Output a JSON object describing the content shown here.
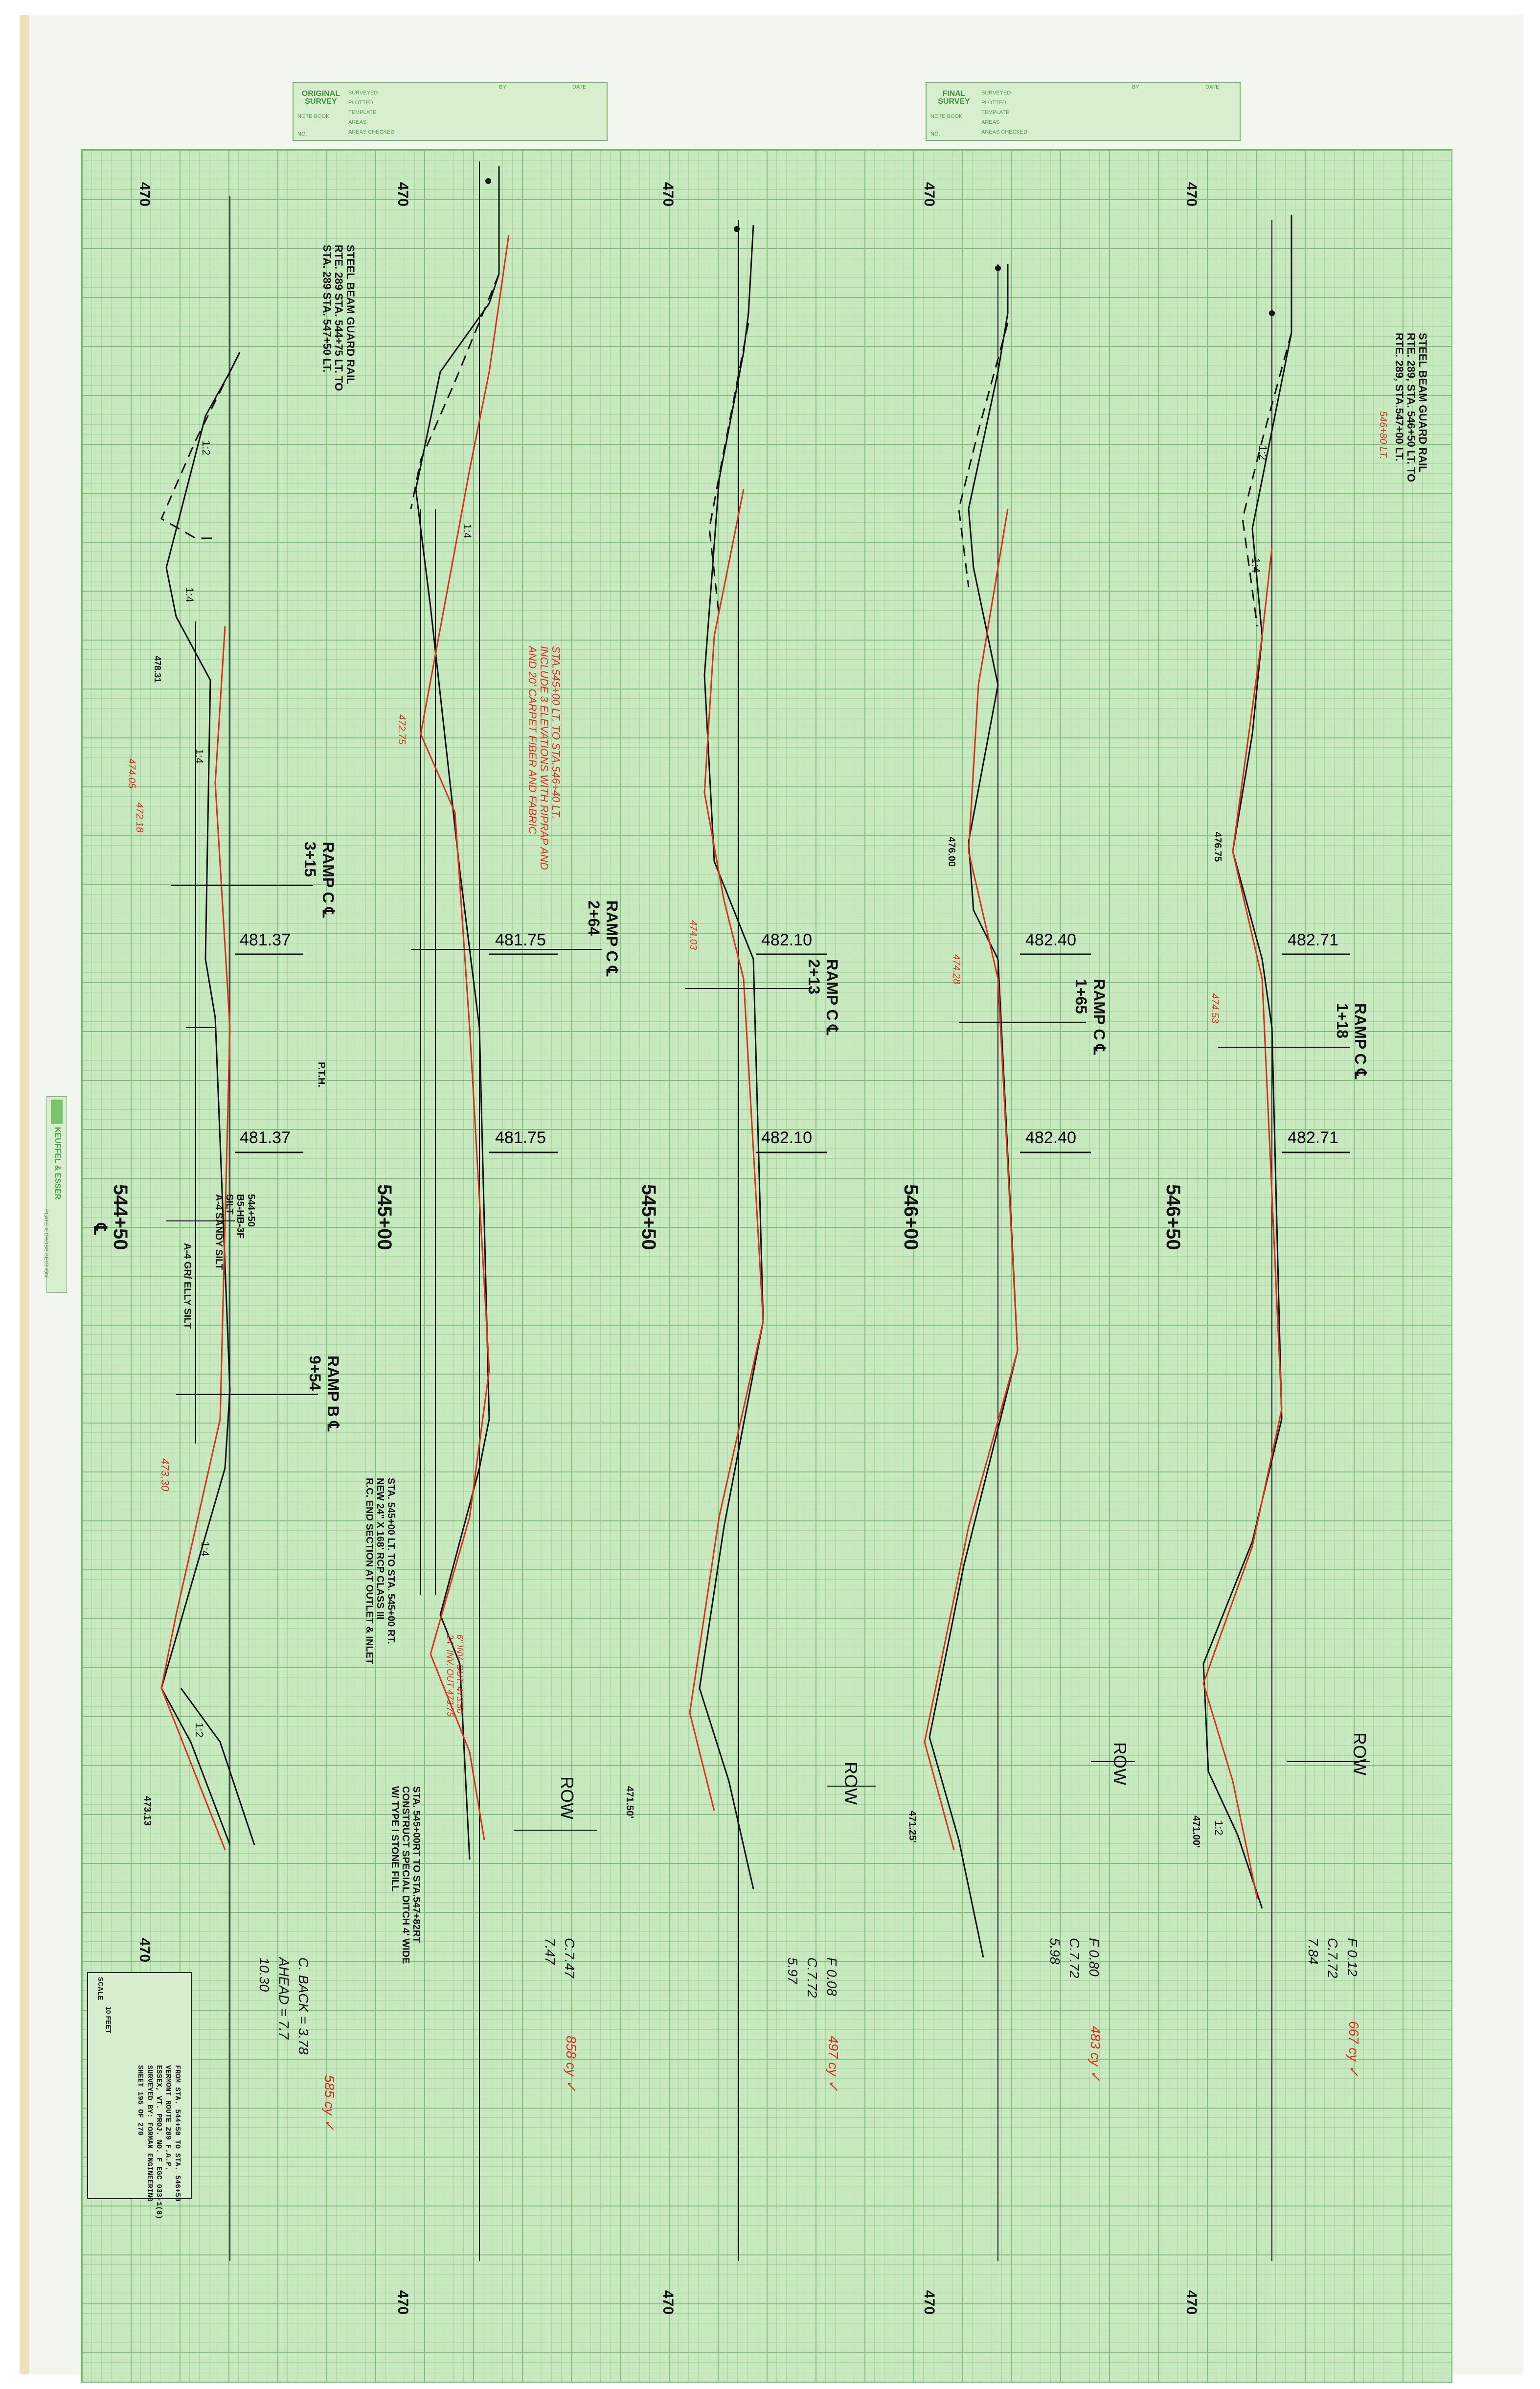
{
  "colors": {
    "grid_bg": "#c8e9c0",
    "grid_major": "#7fc07a",
    "ink": "#111111",
    "red_ink": "#d83020",
    "form_green": "#4e9a4a"
  },
  "title_blocks": {
    "original": {
      "title_line1": "ORIGINAL",
      "title_line2": "SURVEY",
      "note_book": "NOTE BOOK",
      "no": "NO.",
      "rows": [
        "SURVEYED",
        "PLOTTED",
        "TEMPLATE",
        "AREAS",
        "AREAS CHECKED"
      ],
      "by": "BY",
      "date": "DATE"
    },
    "final": {
      "title_line1": "FINAL",
      "title_line2": "SURVEY",
      "note_book": "NOTE BOOK",
      "no": "NO.",
      "rows": [
        "SURVEYED",
        "PLOTTED",
        "TEMPLATE",
        "AREAS",
        "AREAS CHECKED"
      ],
      "by": "BY",
      "date": "DATE"
    }
  },
  "manufacturer": {
    "name": "KEUFFEL & ESSER",
    "product": "PLATE X CROSS SECTION"
  },
  "stations": [
    {
      "station": "544+50",
      "elev_top": "481.37",
      "elev_bottom": "481.37"
    },
    {
      "station": "545+00",
      "elev_top": "481.75",
      "elev_bottom": "481.75"
    },
    {
      "station": "545+50",
      "elev_top": "482.10",
      "elev_bottom": "482.10"
    },
    {
      "station": "546+00",
      "elev_top": "482.40",
      "elev_bottom": "482.40"
    },
    {
      "station": "546+50",
      "elev_top": "482.71",
      "elev_bottom": "482.71"
    }
  ],
  "datum": "470",
  "centerline": "℄",
  "ramps": [
    {
      "name": "RAMP C ℄",
      "sta": "3+15"
    },
    {
      "name": "RAMP C ℄",
      "sta": "2+64"
    },
    {
      "name": "RAMP C ℄",
      "sta": "2+13"
    },
    {
      "name": "RAMP C ℄",
      "sta": "1+65"
    },
    {
      "name": "RAMP C ℄",
      "sta": "1+18"
    },
    {
      "name": "RAMP B ℄",
      "sta": "9+54"
    }
  ],
  "notes": {
    "guard_rail_left": [
      "STEEL BEAM GUARD RAIL",
      "RTE. 289 STA. 544+75 LT. TO",
      "STA. 289 STA. 547+50 LT."
    ],
    "guard_rail_right": [
      "STEEL BEAM GUARD RAIL",
      "RTE. 289, STA. 546+50 LT. TO",
      "RTE. 289, STA.547+00 LT."
    ],
    "guard_rail_right_red": "546+80 LT.",
    "soil": [
      "544+50",
      "B5-HB-3F",
      "SILT",
      "A-4 SANDY SILT",
      "A-4 GR/ ELLY SILT"
    ],
    "pth": "P.T.H.",
    "culvert": [
      "STA. 545+00 LT. TO STA. 545+00 RT.",
      "NEW 24\" X 168' RCP CLASS III",
      "R.C. END SECTION AT OUTLET & INLET"
    ],
    "ditch": [
      "STA. 545+00RT TO STA.547+82RT",
      "CONSTRUCT SPECIAL DITCH 4' WIDE",
      "W/ TYPE I STONE FILL"
    ],
    "red_remark": [
      "STA.545+00 LT. TO STA.546+40 LT.",
      "INCLUDE 3 ELEVATIONS WITH RIPRAP AND",
      "AND 20' CARPET FIBER AND FABRIC"
    ],
    "red_culvert": [
      "6\" INV. OUT. 473.50",
      "24\" INV. OUT 473.75"
    ],
    "row": "ROW"
  },
  "spot_elevations": [
    "478.31",
    "474.05",
    "472.18",
    "472.75",
    "473.30",
    "473.13",
    "471.50'",
    "471.25'",
    "471.00'",
    "474.03",
    "474.28",
    "474.53",
    "476.00",
    "476.75"
  ],
  "slopes": [
    "1:2",
    "1:4",
    "1:4",
    "1:2",
    "1:4",
    "1:4",
    "1:4",
    "1:2",
    "1:2"
  ],
  "computations": [
    {
      "line1": "C. BACK = 3.78",
      "line2": "AHEAD = 7.7",
      "line3": "10.30",
      "red": "585 cy ✓"
    },
    {
      "line1": "C.7.47",
      "line2": "7.47",
      "line3": "",
      "red": "858 cy ✓"
    },
    {
      "line1": "F 0.08",
      "line2": "C.7.72",
      "line3": "5.97",
      "red": "497 cy ✓"
    },
    {
      "line1": "F 0.80",
      "line2": "C.7.72",
      "line3": "5.98",
      "red": "483 cy ✓"
    },
    {
      "line1": "F 0.12",
      "line2": "C.7.72",
      "line3": "7.84",
      "red": "667 cy ✓"
    }
  ],
  "scale": {
    "label": "SCALE",
    "value": "10 FEET"
  },
  "sheet_info": {
    "from": "FROM STA. 544+50 TO STA. 546+50",
    "route": "VERMONT ROUTE 289 F.A.P.",
    "project": "ESSEX, VT. PROJ. NO. F EGC 033-1(8)",
    "surveyed": "SURVEYED BY: FORMAN ENGINEERING",
    "sheet": "SHEET 195 OF 270"
  }
}
